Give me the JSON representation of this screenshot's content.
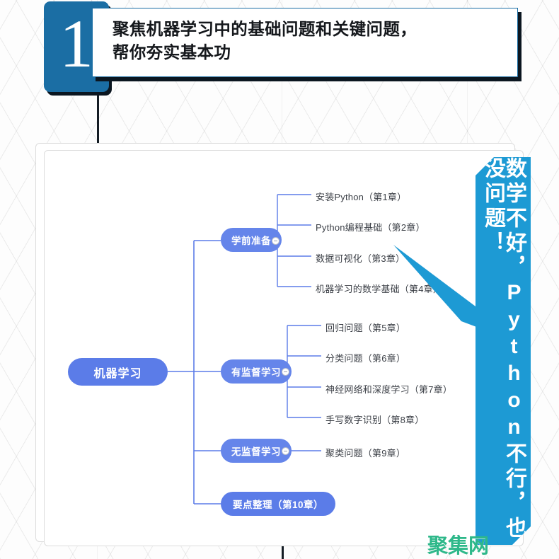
{
  "header": {
    "badge_number": "1",
    "title_line_1": "聚焦机器学习中的基础问题和关键问题，",
    "title_line_2": "帮你夯实基本功"
  },
  "banner": {
    "text": "数学不好，Python不行，也没问题！",
    "color": "#1d9ad4"
  },
  "watermark": {
    "text": "聚集网",
    "color": "#2eb88a"
  },
  "colors": {
    "badge_blue": "#1b6ea4",
    "banner_blue": "#1d9ad4",
    "node_blue": "#5b7ce8",
    "connector_blue": "#5b7ce8",
    "leaf_text": "#3b3f46",
    "shadow": "#0b1620"
  },
  "mindmap": {
    "root": "机器学习",
    "branches": [
      {
        "label": "学前准备",
        "leaves": [
          "安装Python（第1章）",
          "Python编程基础（第2章）",
          "数据可视化（第3章）",
          "机器学习的数学基础（第4章）"
        ]
      },
      {
        "label": "有监督学习",
        "leaves": [
          "回归问题（第5章）",
          "分类问题（第6章）",
          "神经网络和深度学习（第7章）",
          "手写数字识别（第8章）"
        ]
      },
      {
        "label": "无监督学习",
        "leaves": [
          "聚类问题（第9章）"
        ]
      },
      {
        "label": "要点整理（第10章）",
        "leaves": []
      }
    ]
  }
}
